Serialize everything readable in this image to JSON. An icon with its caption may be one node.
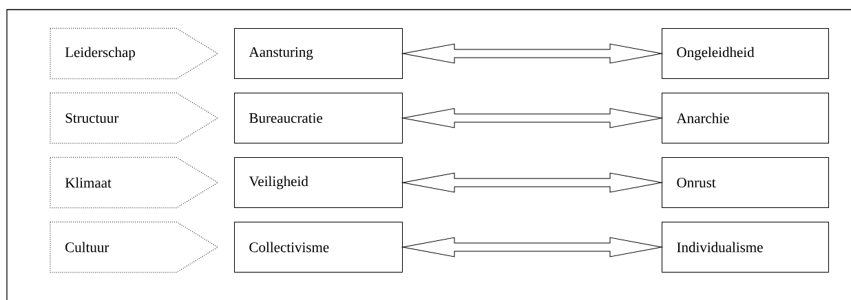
{
  "diagram": {
    "nodes": [
      {
        "text": [
          "Leiderschap"
        ]
      },
      {
        "text": [
          "Aansturing"
        ]
      },
      {
        "text": [
          "Ongeleidheid"
        ]
      },
      {
        "text": [
          "Structuur"
        ]
      },
      {
        "text": [
          "Bureaucratie"
        ]
      },
      {
        "text": [
          "Anarchie"
        ]
      },
      {
        "text": [
          "Klimaat"
        ]
      },
      {
        "text": [
          "Veiligheid"
        ]
      },
      {
        "text": [
          "Onrust"
        ]
      },
      {
        "text": [
          "Cultuur"
        ]
      },
      {
        "text": [
          "Collectivisme"
        ]
      },
      {
        "text": [
          "Individualisme"
        ]
      }
    ],
    "edges": [
      {
        "from": 1,
        "to": 2,
        "arrow": "both"
      },
      {
        "from": 4,
        "to": 5,
        "arrow": "both"
      },
      {
        "from": 7,
        "to": 8,
        "arrow": "both"
      },
      {
        "from": 10,
        "to": 11,
        "arrow": "both"
      }
    ]
  }
}
